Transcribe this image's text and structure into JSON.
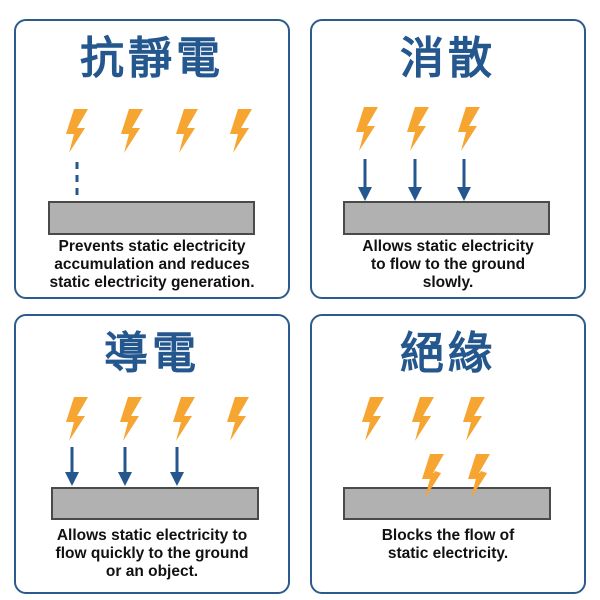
{
  "panels": [
    {
      "title": "抗靜電",
      "caption": [
        "Prevents static electricity",
        "accumulation and reduces",
        "static electricity generation."
      ]
    },
    {
      "title": "消散",
      "caption": [
        "Allows static electricity",
        "to flow to the ground",
        "slowly."
      ]
    },
    {
      "title": "導電",
      "caption": [
        "Allows static electricity to",
        "flow quickly to the ground",
        "or an object."
      ]
    },
    {
      "title": "絕緣",
      "caption": [
        "Blocks the flow of",
        "static electricity."
      ]
    }
  ],
  "colors": {
    "frame": "#2c5a8c",
    "title": "#24578d",
    "bolt": "#f6a531",
    "arrow": "#24578d",
    "surface_fill": "#b1b1b1",
    "surface_stroke": "#4a4a4a"
  },
  "icons": [
    "lightning-bolt-icon",
    "down-arrow-icon"
  ]
}
